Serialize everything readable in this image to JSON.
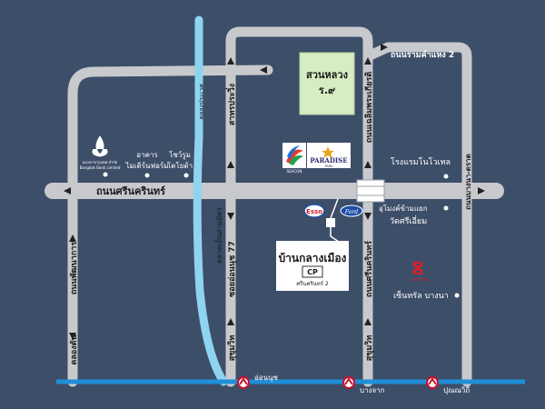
{
  "roads": {
    "srinakarin": "ถนนศรีนครินทร์",
    "sathupradit": "สาทรประวิ่ง",
    "chalerm_phrakiat": "ถนนเฉลิมพระเกียรติ",
    "ramkhamhaeng_2": "ถนนรามคำแหง 2",
    "bangna_trad": "ถนนบางนา-ตราด",
    "pattanakarn": "ถนนพัฒนาการ",
    "khlong_tan": "คลองตัน",
    "taladyen": "ตลาดเย็นสามมิตร",
    "sukhumvit_77": "ซอยอ่อนนุช 77",
    "sukhumvit_left": "สุขุมวิท",
    "sukhumvit_right": "สุขุมวิท",
    "srinakarin_lower": "ถนนศรีนครินทร์",
    "canal": "คลองประเวศ"
  },
  "landmarks": {
    "park_line1": "สวนหลวง",
    "park_line2": "ร.๙",
    "bangkok_bank_line1": "ธนาคารกรุงเทพ จำกัด",
    "bangkok_bank_line2": "Bangkok Bank Limited",
    "building_line1": "อาคาร",
    "building_line2": "ไมเดิร์นฟอร์ม",
    "showroom_line1": "โชว์รูม",
    "showroom_line2": "โตโยต้า",
    "seacon_logo": "SEACON",
    "paradise_logo": "PARADISE",
    "paradise_sub": "PARK",
    "novotel": "โรงแรมโนโวเทล",
    "udom": "อุโมงค์ข้ามแยก",
    "wat": "วัดศรีเอี่ยม",
    "central_logo": "Central",
    "central": "เซ็นทรัล บางนา",
    "esso_logo": "Esso",
    "ford_logo": "Ford"
  },
  "project": {
    "name": "บ้านกลางเมือง",
    "logo": "CP",
    "branch": "ศรีนครินทร์ 2"
  },
  "bts": {
    "onnut": "อ่อนนุช",
    "bangchak": "บางจาก",
    "punnawithi": "ปุณณวิถี"
  },
  "colors": {
    "background": "#3d4e69",
    "road": "#c7c9cc",
    "canal": "#8ed4f0",
    "park": "#d6ecc2",
    "bts_line": "#1f8fd8",
    "bts_station": "#c8102e"
  }
}
